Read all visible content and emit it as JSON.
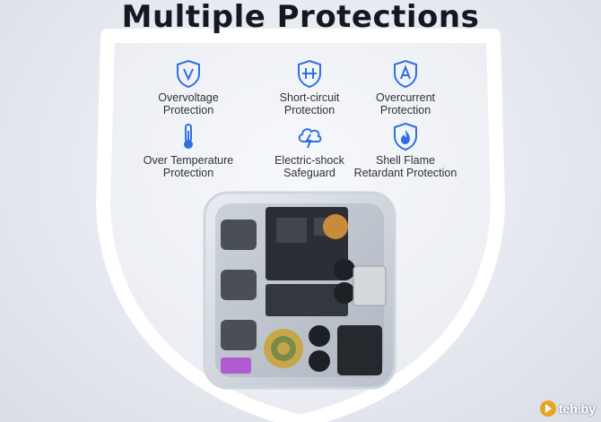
{
  "title": "Multiple Protections",
  "features": [
    {
      "icon": "overvoltage-shield-icon",
      "label": "Overvoltage\nProtection"
    },
    {
      "icon": "short-circuit-icon",
      "label": "Short-circuit\nProtection"
    },
    {
      "icon": "overcurrent-shield-icon",
      "label": "Overcurrent\nProtection"
    },
    {
      "icon": "thermometer-icon",
      "label": "Over Temperature\nProtection"
    },
    {
      "icon": "electric-shock-cloud-icon",
      "label": "Electric-shock\nSafeguard"
    },
    {
      "icon": "flame-shield-icon",
      "label": "Shell Flame\nRetardant Protection"
    }
  ],
  "watermark": "teh.by",
  "colors": {
    "icon_blue": "#2f6fe0",
    "title": "#151820",
    "shield_outline": "#ffffff"
  }
}
